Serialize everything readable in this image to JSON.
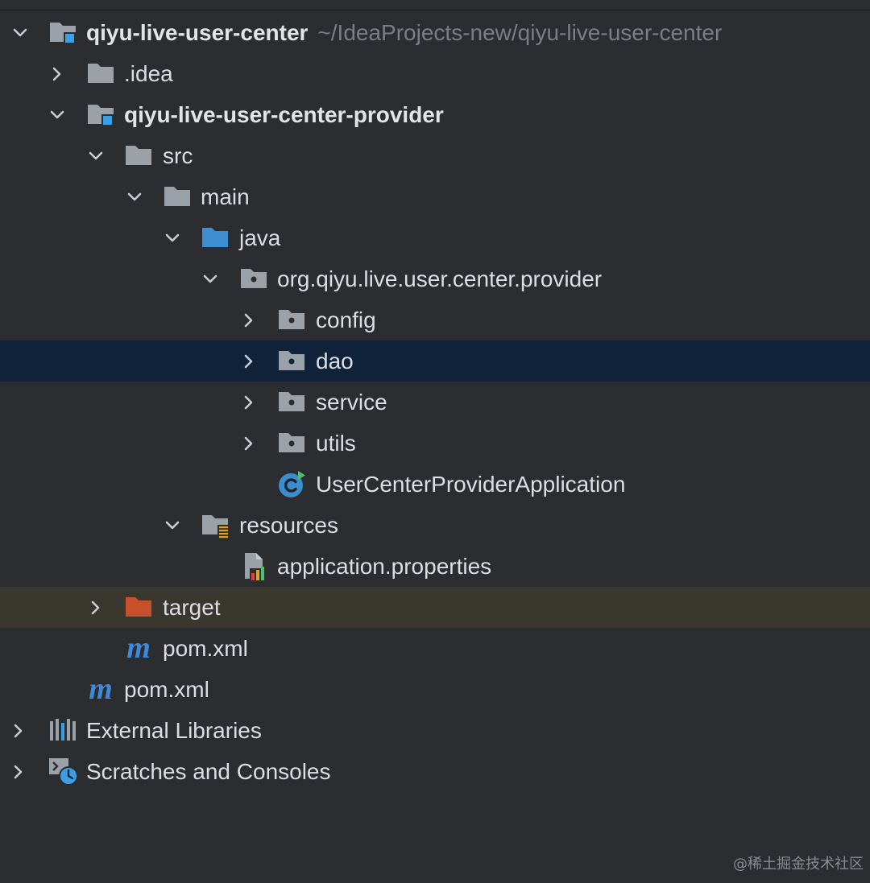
{
  "tree": [
    {
      "label": "qiyu-live-user-center",
      "path": "~/IdeaProjects-new/qiyu-live-user-center",
      "bold": true
    },
    {
      "label": ".idea"
    },
    {
      "label": "qiyu-live-user-center-provider",
      "bold": true
    },
    {
      "label": "src"
    },
    {
      "label": "main"
    },
    {
      "label": "java"
    },
    {
      "label": "org.qiyu.live.user.center.provider"
    },
    {
      "label": "config"
    },
    {
      "label": "dao"
    },
    {
      "label": "service"
    },
    {
      "label": "utils"
    },
    {
      "label": "UserCenterProviderApplication"
    },
    {
      "label": "resources"
    },
    {
      "label": "application.properties"
    },
    {
      "label": "target"
    },
    {
      "label": "pom.xml"
    },
    {
      "label": "pom.xml"
    },
    {
      "label": "External Libraries"
    },
    {
      "label": "Scratches and Consoles"
    }
  ],
  "watermark": "@稀土掘金技术社区",
  "colors": {
    "background": "#2b2d30",
    "selected_row": "#10233a",
    "excluded_row": "#3a372e",
    "folder": "#9aa1a8",
    "source_folder": "#3d8fd1",
    "excluded_folder": "#c9502c",
    "module_badge": "#3aa0e6",
    "maven": "#3f8ad6"
  }
}
